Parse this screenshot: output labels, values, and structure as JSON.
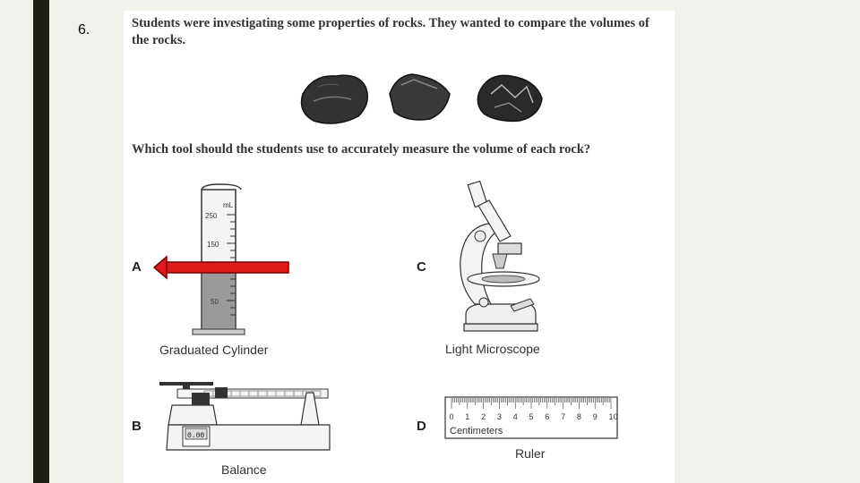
{
  "slide": {
    "number": "6."
  },
  "question": {
    "intro": "Students were investigating some properties of rocks. They wanted to compare the volumes of the rocks.",
    "prompt": "Which tool should the students use to accurately measure the volume of each rock?"
  },
  "options": {
    "a": {
      "letter": "A",
      "caption": "Graduated Cylinder",
      "unit": "mL",
      "ticks": [
        "250",
        "150",
        "50"
      ]
    },
    "b": {
      "letter": "B",
      "caption": "Balance",
      "display": "0.00"
    },
    "c": {
      "letter": "C",
      "caption": "Light Microscope"
    },
    "d": {
      "letter": "D",
      "caption": "Ruler",
      "unit_label": "Centimeters",
      "ticks": [
        "0",
        "1",
        "2",
        "3",
        "4",
        "5",
        "6",
        "7",
        "8",
        "9",
        "10"
      ]
    }
  },
  "colors": {
    "arrow": "#e01b1b",
    "panel": "#ffffff",
    "left_bar": "#1e1e16"
  }
}
